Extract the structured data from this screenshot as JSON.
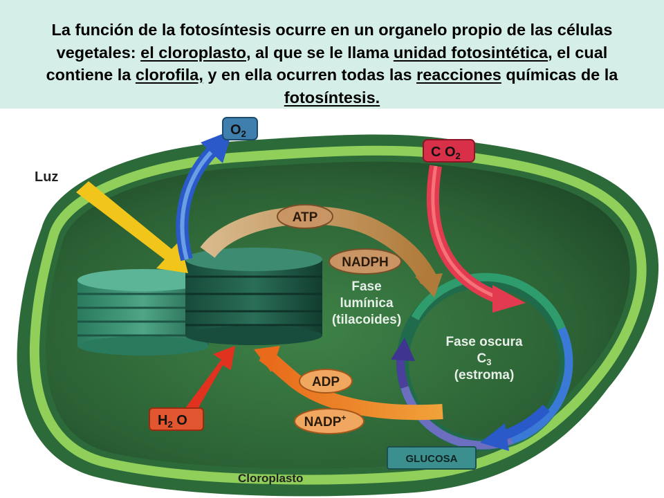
{
  "header": {
    "segments": [
      {
        "text": "La función de la fotosíntesis ocurre en un organelo propio de las células vegetales: ",
        "underline": false
      },
      {
        "text": "el cloroplasto",
        "underline": true
      },
      {
        "text": ", al que se le llama ",
        "underline": false
      },
      {
        "text": "unidad fotosintética",
        "underline": true
      },
      {
        "text": ", el cual contiene la ",
        "underline": false
      },
      {
        "text": "clorofila,",
        "underline": true
      },
      {
        "text": " y en ella ocurren todas las ",
        "underline": false
      },
      {
        "text": "reacciones",
        "underline": true
      },
      {
        "text": " químicas de la ",
        "underline": false
      },
      {
        "text": "fotosíntesis",
        "underline": true
      },
      {
        "text": ".",
        "underline": true
      }
    ]
  },
  "diagram": {
    "luz": "Luz",
    "o2": {
      "main": "O",
      "sub": "2"
    },
    "co2": {
      "main": "C O",
      "sub": "2"
    },
    "h2o": {
      "a": "H",
      "sub": "2",
      "b": " O"
    },
    "atp": "ATP",
    "nadph": "NADPH",
    "adp": "ADP",
    "nadp": {
      "main": "NADP",
      "sup": "+"
    },
    "fase_luminica": [
      "Fase",
      "lumínica",
      "(tilacoides)"
    ],
    "fase_oscura": [
      "Fase oscura",
      "(estroma)"
    ],
    "c3": {
      "main": "C",
      "sub": "3"
    },
    "glucosa": "GLUCOSA",
    "caption": "Cloroplasto"
  },
  "colors": {
    "header_bg": "#d5efe8",
    "stroma": "#2f6b3a",
    "membrane": "#8fcf5a",
    "thylakoid": "#2e8a6a",
    "arrow_light": "#f2c51b",
    "arrow_o2": "#2a59c9",
    "arrow_co2": "#e23a4f"
  }
}
